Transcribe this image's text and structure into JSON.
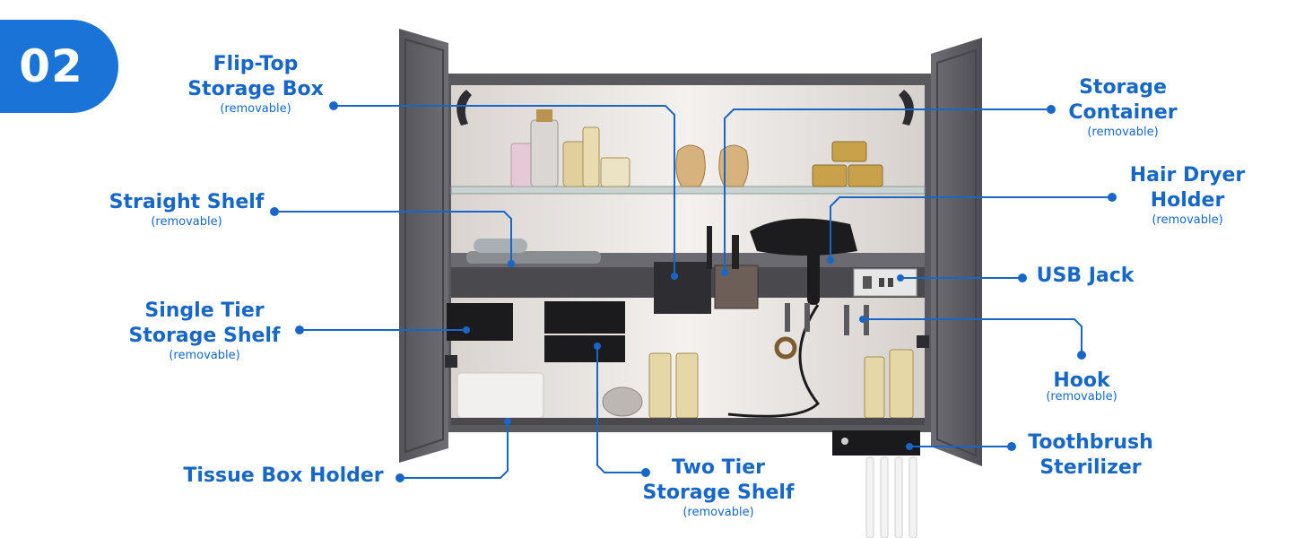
{
  "badge": "02",
  "accent_color": "#1a73d6",
  "line_color": "#1767c9",
  "removable_note": "(removable)",
  "labels": {
    "flip_top": "Flip-Top\nStorage Box",
    "storage_container": "Storage\nContainer",
    "straight_shelf": "Straight Shelf",
    "hair_dryer": "Hair Dryer\nHolder",
    "usb_jack": "USB Jack",
    "single_tier": "Single Tier\nStorage Shelf",
    "hook": "Hook",
    "tissue_box": "Tissue Box Holder",
    "two_tier": "Two Tier\nStorage Shelf",
    "toothbrush": "Toothbrush\nSterilizer"
  }
}
